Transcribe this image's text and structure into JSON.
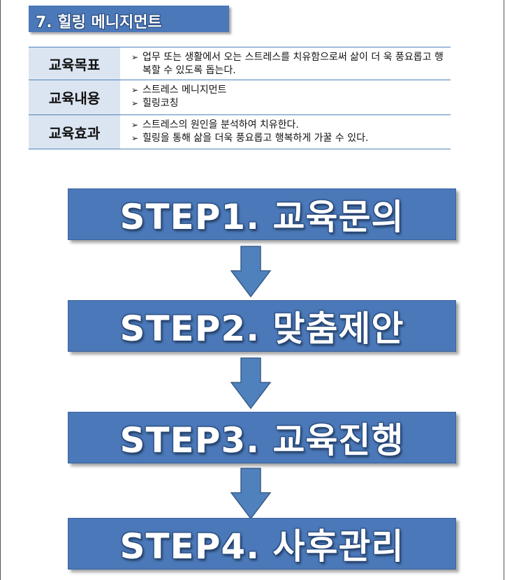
{
  "section_title": "7. 힐링 메니지먼트",
  "table": {
    "rows": [
      {
        "label": "교육목표",
        "items": [
          "업무 또는 생활에서 오는 스트레스를 치유함으로써 삶이 더 욱 풍요롭고 행복할 수 있도록 돕는다."
        ]
      },
      {
        "label": "교육내용",
        "items": [
          "스트레스 메니지먼트",
          "힐링코칭"
        ]
      },
      {
        "label": "교육효과",
        "items": [
          "스트레스의 원인을 분석하여 치유한다.",
          "힐링을 통해 삶을 더욱 풍요롭고 행복하게 가꿀 수 있다."
        ]
      }
    ],
    "bullet_glyph": "➢"
  },
  "steps": [
    "STEP1. 교육문의",
    "STEP2. 맞춤제안",
    "STEP3. 교육진행",
    "STEP4. 사후관리"
  ],
  "colors": {
    "accent": "#4a78b8",
    "label_bg": "#dbe5f1",
    "rule": "#4f81bd",
    "arrow": "#4f81bd"
  }
}
